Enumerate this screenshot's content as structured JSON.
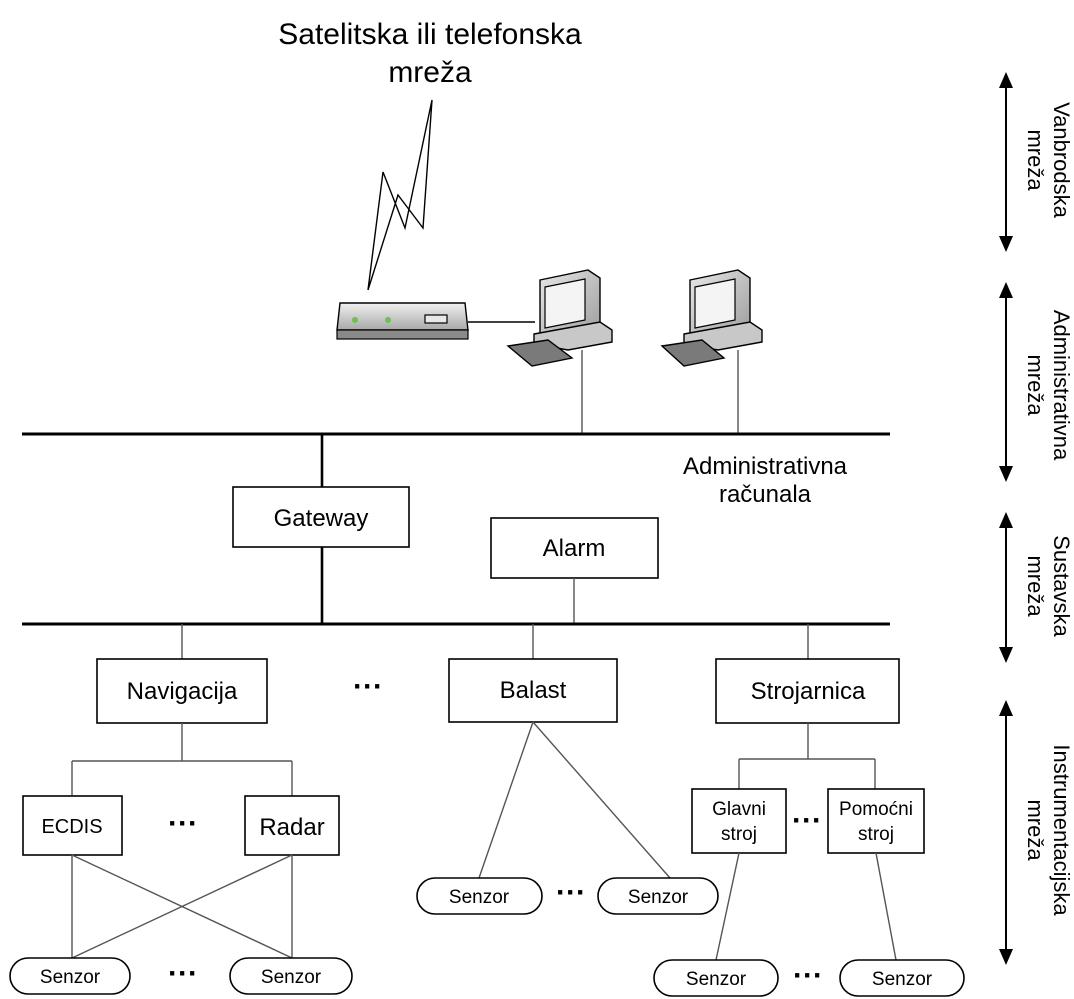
{
  "network_title": [
    "Satelitska ili telefonska",
    "mreža"
  ],
  "computers_label": [
    "Administrativna",
    "računala"
  ],
  "systems": {
    "gateway": "Gateway",
    "alarm": "Alarm",
    "navigacija": "Navigacija",
    "balast": "Balast",
    "strojarnica": "Strojarnica",
    "ecdis": "ECDIS",
    "radar": "Radar",
    "glavni_stroj": [
      "Glavni",
      "stroj"
    ],
    "pomocni_stroj": [
      "Pomoćni",
      "stroj"
    ]
  },
  "sensor_label": "Senzor",
  "ellipsis": "···",
  "layers": [
    [
      "Vanbrodska",
      "mreža"
    ],
    [
      "Administrativna",
      "mreža"
    ],
    [
      "Sustavska",
      "mreža"
    ],
    [
      "Instrumentacijska",
      "mreža"
    ]
  ]
}
